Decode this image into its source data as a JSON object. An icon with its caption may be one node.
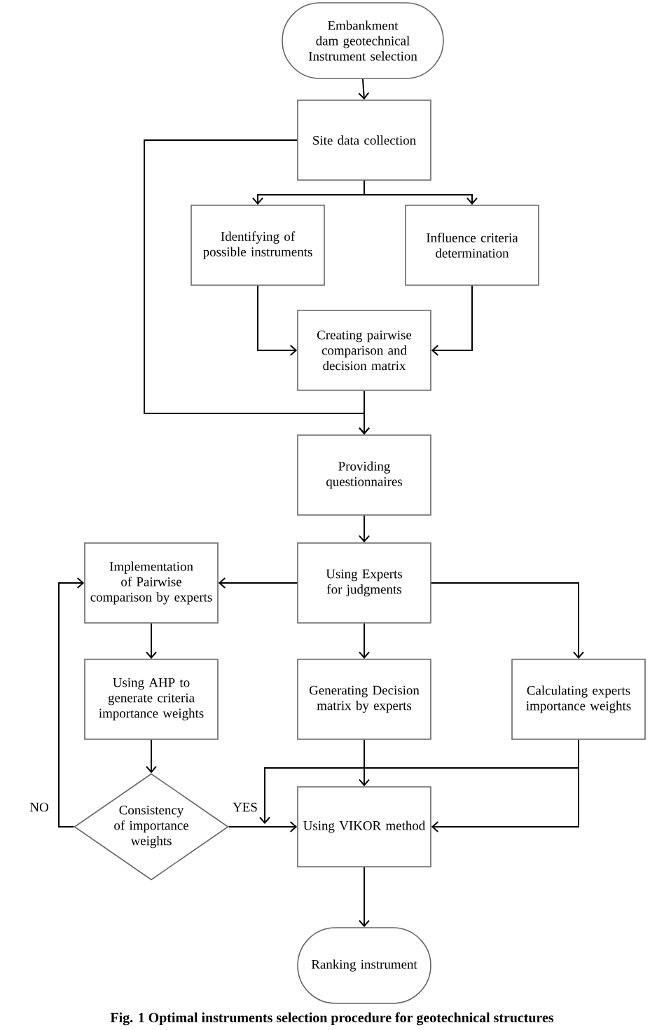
{
  "diagram": {
    "caption": "Fig. 1 Optimal instruments selection procedure for geotechnical structures",
    "nodes": [
      {
        "text": [
          "Embankment dam geotechnical Instrument selection"
        ]
      },
      {
        "text": [
          "Site data collection"
        ]
      },
      {
        "text": [
          "Identifying of possible instruments"
        ]
      },
      {
        "text": [
          "Influence criteria determination"
        ]
      },
      {
        "text": [
          "Creating pairwise comparison and decision matrix"
        ]
      },
      {
        "text": [
          "Providing questionnaires"
        ]
      },
      {
        "text": [
          "Using Experts for judgments"
        ]
      },
      {
        "text": [
          "Implementation of Pairwise comparison by experts"
        ]
      },
      {
        "text": [
          "Using AHP to generate criteria importance weights"
        ]
      },
      {
        "text": [
          "Generating Decision matrix by experts"
        ]
      },
      {
        "text": [
          "Calculating experts importance weights"
        ]
      },
      {
        "text": [
          "Consistency of importance weights"
        ]
      },
      {
        "text": [
          "Using VIKOR method"
        ]
      },
      {
        "text": [
          "Ranking instrument"
        ]
      }
    ],
    "edges": [
      {
        "from": 0,
        "to": 1,
        "arrow": "to"
      },
      {
        "from": 1,
        "to": 2,
        "arrow": "to"
      },
      {
        "from": 1,
        "to": 3,
        "arrow": "to"
      },
      {
        "from": 2,
        "to": 4,
        "arrow": "to"
      },
      {
        "from": 3,
        "to": 4,
        "arrow": "to"
      },
      {
        "from": 1,
        "to": 5,
        "arrow": "to"
      },
      {
        "from": 4,
        "to": 5,
        "arrow": "to"
      },
      {
        "from": 5,
        "to": 6,
        "arrow": "to"
      },
      {
        "from": 6,
        "to": 7,
        "arrow": "to"
      },
      {
        "from": 6,
        "to": 9,
        "arrow": "to"
      },
      {
        "from": 6,
        "to": 10,
        "arrow": "to"
      },
      {
        "from": 7,
        "to": 8,
        "arrow": "to"
      },
      {
        "from": 8,
        "to": 11,
        "arrow": "to"
      },
      {
        "from": 11,
        "to": 12,
        "arrow": "to",
        "label": "YES"
      },
      {
        "from": 11,
        "to": 7,
        "arrow": "to",
        "label": "NO"
      },
      {
        "from": 9,
        "to": 12,
        "arrow": "to"
      },
      {
        "from": 10,
        "to": 12,
        "arrow": "to"
      },
      {
        "from": 12,
        "to": 13,
        "arrow": "to"
      }
    ]
  }
}
